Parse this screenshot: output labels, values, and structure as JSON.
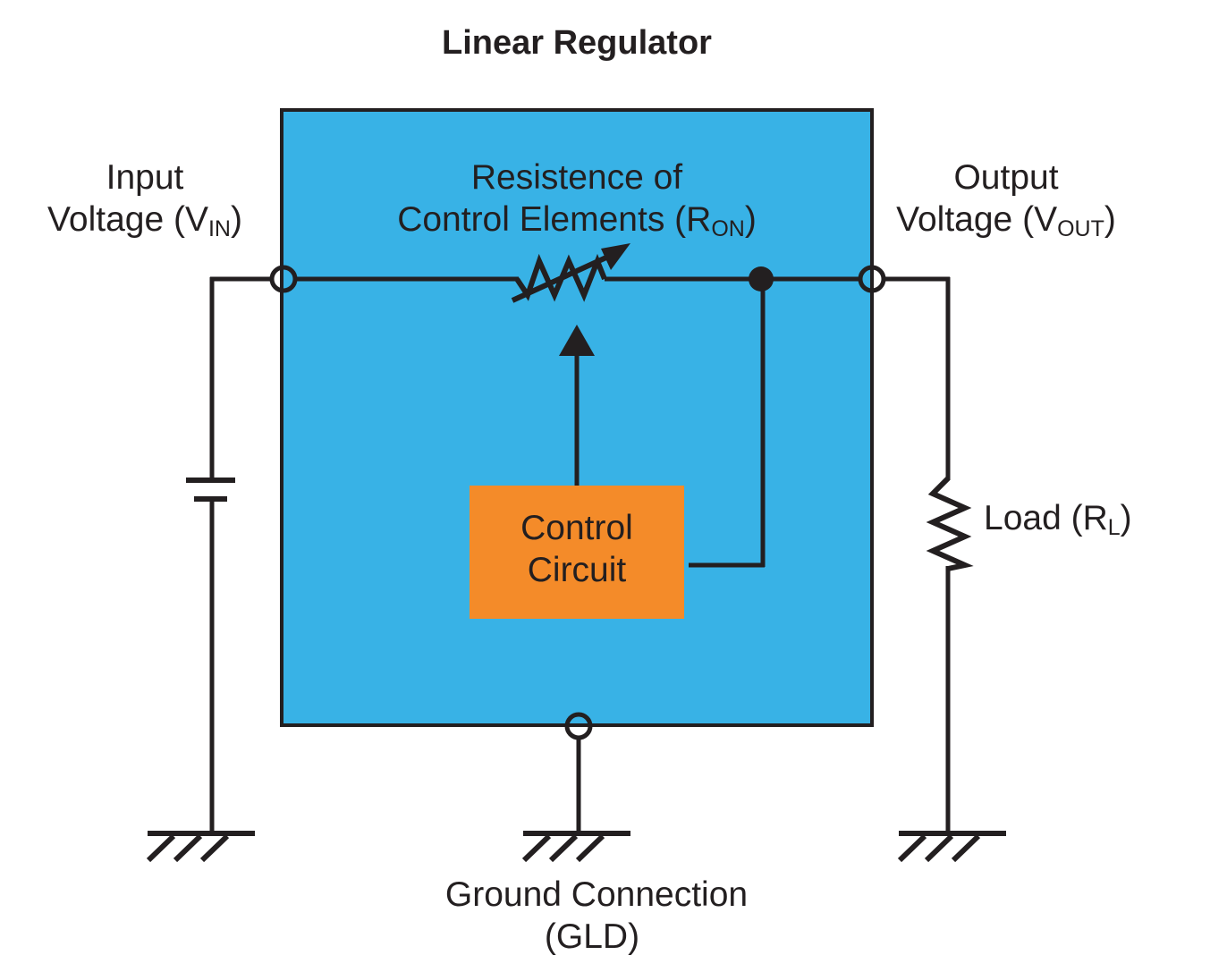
{
  "title": "Linear Regulator",
  "colors": {
    "regulator_box": "#38b2e6",
    "control_circuit": "#f48b29",
    "ink": "#231f20",
    "background": "#ffffff"
  },
  "labels": {
    "input": {
      "line1": "Input",
      "line2_main": "Voltage (V",
      "line2_sub": "IN",
      "line2_end": ")"
    },
    "output": {
      "line1": "Output",
      "line2_main": "Voltage (V",
      "line2_sub": "OUT",
      "line2_end": ")"
    },
    "ron": {
      "line1": "Resistence of",
      "line2_main": "Control Elements (R",
      "line2_sub": "ON",
      "line2_end": ")"
    },
    "control_circuit": {
      "line1": "Control",
      "line2": "Circuit"
    },
    "load": {
      "main": "Load (R",
      "sub": "L",
      "end": ")"
    },
    "ground": {
      "line1": "Ground Connection",
      "line2": "(GLD)"
    }
  },
  "components": [
    {
      "id": "battery",
      "symbol": "battery-icon",
      "label": "Input Voltage (VIN)"
    },
    {
      "id": "variable-resistor",
      "symbol": "variable-resistor-icon",
      "label": "Resistence of Control Elements (RON)"
    },
    {
      "id": "control-circuit",
      "symbol": "block",
      "label": "Control Circuit"
    },
    {
      "id": "load-resistor",
      "symbol": "resistor-icon",
      "label": "Load (RL)"
    },
    {
      "id": "ground-left",
      "symbol": "ground-icon"
    },
    {
      "id": "ground-center",
      "symbol": "ground-icon",
      "label": "Ground Connection (GLD)"
    },
    {
      "id": "ground-right",
      "symbol": "ground-icon"
    }
  ]
}
